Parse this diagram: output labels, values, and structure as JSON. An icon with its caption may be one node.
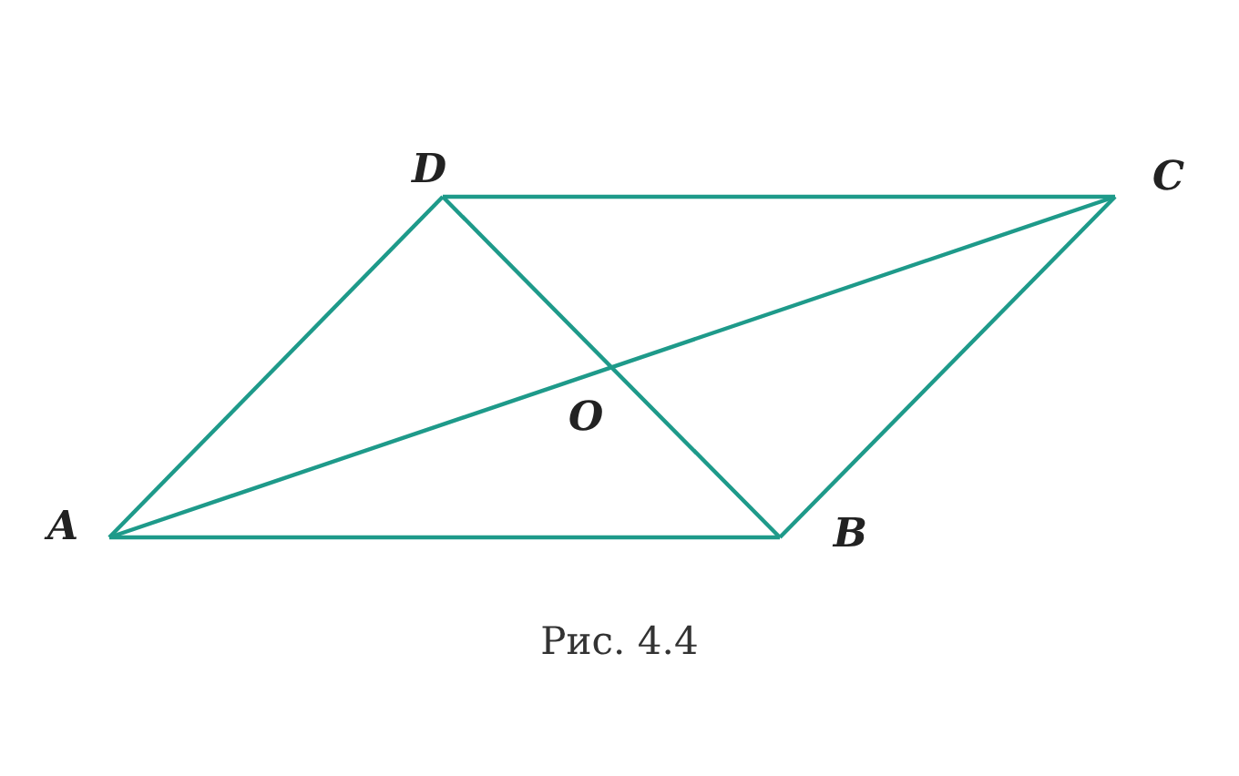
{
  "diagram": {
    "caption": "Рис. 4.4",
    "nodes": [
      {
        "text": [
          "A"
        ]
      },
      {
        "text": [
          "B"
        ]
      },
      {
        "text": [
          "C"
        ]
      },
      {
        "text": [
          "D"
        ]
      }
    ],
    "edges": [
      {
        "from": 0,
        "to": 1,
        "arrow": "none"
      },
      {
        "from": 1,
        "to": 2,
        "arrow": "none"
      },
      {
        "from": 2,
        "to": 3,
        "arrow": "none"
      },
      {
        "from": 3,
        "to": 0,
        "arrow": "none"
      },
      {
        "from": 0,
        "to": 2,
        "arrow": "none"
      },
      {
        "from": 1,
        "to": 3,
        "arrow": "none"
      }
    ],
    "labels": [
      "O"
    ]
  }
}
